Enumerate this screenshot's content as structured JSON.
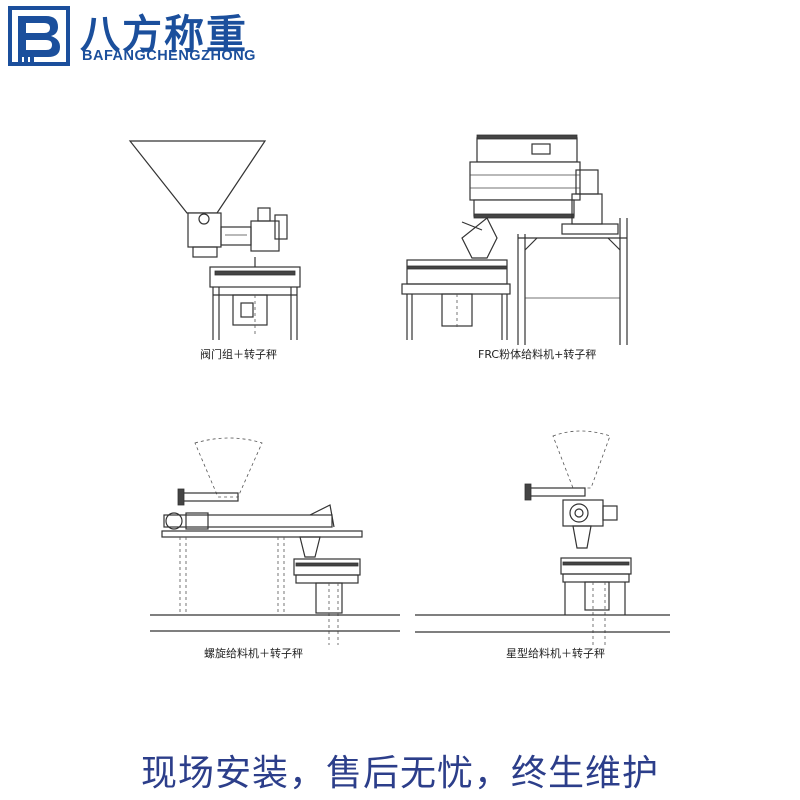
{
  "brand": {
    "name_cn": "八方称重",
    "name_en": "BAFANGCHENGZHONG",
    "color": "#1b4f9c"
  },
  "diagrams": [
    {
      "caption": "阀门组＋转子秤"
    },
    {
      "caption": "FRC粉体给料机+转子秤"
    },
    {
      "caption": "螺旋给料机＋转子秤"
    },
    {
      "caption": "星型给料机＋转子秤"
    }
  ],
  "footer": {
    "slogan": "现场安装，售后无忧，终生维护",
    "color": "#2c3e8a"
  }
}
